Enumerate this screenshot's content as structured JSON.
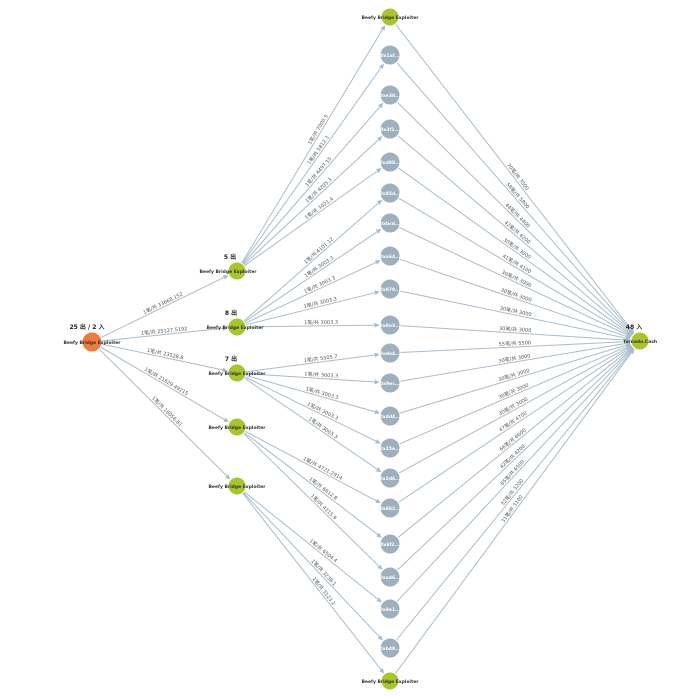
{
  "colors": {
    "source": "#f07a3a",
    "bridge": "#a8c52c",
    "address": "#9db0bf",
    "edge": "#a9bccb"
  },
  "nodes": [
    {
      "id": "src",
      "kind": "source",
      "label": "Beefy Bridge Exploiter",
      "count": "25 出 / 2 入"
    },
    {
      "id": "top",
      "kind": "bridge",
      "label": "Beefy Bridge Exploiter"
    },
    {
      "id": "b1",
      "kind": "bridge",
      "label": "Beefy Bridge Exploiter",
      "count": "5 出"
    },
    {
      "id": "b2",
      "kind": "bridge",
      "label": "Beefy Bridge Exploiter",
      "count": "8 出"
    },
    {
      "id": "b3",
      "kind": "bridge",
      "label": "Beefy Bridge Exploiter",
      "count": "7 出"
    },
    {
      "id": "b4",
      "kind": "bridge",
      "label": "Beefy Bridge Exploiter"
    },
    {
      "id": "b5",
      "kind": "bridge",
      "label": "Beefy Bridge Exploiter"
    },
    {
      "id": "bottom",
      "kind": "bridge",
      "label": "Beefy Bridge Exploiter"
    },
    {
      "id": "sink",
      "kind": "bridge",
      "label": "Tornado.Cash",
      "count": "48 入"
    },
    {
      "id": "a1",
      "kind": "address",
      "label": "0x1af..."
    },
    {
      "id": "a2",
      "kind": "address",
      "label": "0xe38..."
    },
    {
      "id": "a3",
      "kind": "address",
      "label": "0x3f1..."
    },
    {
      "id": "a4",
      "kind": "address",
      "label": "0xd98..."
    },
    {
      "id": "a5",
      "kind": "address",
      "label": "0x85d..."
    },
    {
      "id": "a6",
      "kind": "address",
      "label": "0xbcd..."
    },
    {
      "id": "a7",
      "kind": "address",
      "label": "0xa64..."
    },
    {
      "id": "a8",
      "kind": "address",
      "label": "0x879..."
    },
    {
      "id": "a9",
      "kind": "address",
      "label": "0x8e3..."
    },
    {
      "id": "a10",
      "kind": "address",
      "label": "0xde4..."
    },
    {
      "id": "a11",
      "kind": "address",
      "label": "0x9ec..."
    },
    {
      "id": "a12",
      "kind": "address",
      "label": "0x4d4..."
    },
    {
      "id": "a13",
      "kind": "address",
      "label": "0x15e..."
    },
    {
      "id": "a14",
      "kind": "address",
      "label": "0x2d6..."
    },
    {
      "id": "a15",
      "kind": "address",
      "label": "0x862..."
    },
    {
      "id": "a16",
      "kind": "address",
      "label": "0x6f2..."
    },
    {
      "id": "a17",
      "kind": "address",
      "label": "0xad6..."
    },
    {
      "id": "a18",
      "kind": "address",
      "label": "0x9e1..."
    },
    {
      "id": "a19",
      "kind": "address",
      "label": "0xb48..."
    }
  ],
  "edges": [
    {
      "from": "src",
      "to": "b1",
      "label": "1笔/共 33668.152"
    },
    {
      "from": "src",
      "to": "b2",
      "label": "1笔/共 25127.5192"
    },
    {
      "from": "src",
      "to": "b3",
      "label": "1笔/共 23528.8"
    },
    {
      "from": "src",
      "to": "b4",
      "label": "1笔/共 21629.49215"
    },
    {
      "from": "src",
      "to": "b5",
      "label": "1笔/共 18056.81"
    },
    {
      "from": "b1",
      "to": "top",
      "label": "1笔/共 7000.5"
    },
    {
      "from": "b1",
      "to": "a1",
      "label": "1笔/共 5812.3"
    },
    {
      "from": "b1",
      "to": "a2",
      "label": "1笔/共 4497.15"
    },
    {
      "from": "b1",
      "to": "a3",
      "label": "1笔/共 4205.3"
    },
    {
      "from": "b1",
      "to": "a4",
      "label": "1笔/共 3021.4"
    },
    {
      "from": "b2",
      "to": "a5",
      "label": "1笔/共 4101.12"
    },
    {
      "from": "b2",
      "to": "a6",
      "label": "1笔/共 3003.3"
    },
    {
      "from": "b2",
      "to": "a7",
      "label": "1笔/共 3003.3"
    },
    {
      "from": "b2",
      "to": "a8",
      "label": "1笔/共 3003.3"
    },
    {
      "from": "b2",
      "to": "a9",
      "label": "1笔/共 3003.3"
    },
    {
      "from": "b3",
      "to": "a10",
      "label": "1笔/共 5505.7"
    },
    {
      "from": "b3",
      "to": "a11",
      "label": "1笔/共 3003.3"
    },
    {
      "from": "b3",
      "to": "a12",
      "label": "1笔/共 3003.3"
    },
    {
      "from": "b3",
      "to": "a13",
      "label": "1笔/共 3003.3"
    },
    {
      "from": "b3",
      "to": "a14",
      "label": "1笔/共 3003.3"
    },
    {
      "from": "b4",
      "to": "a15",
      "label": "1笔/共 4721.2914"
    },
    {
      "from": "b4",
      "to": "a16",
      "label": "1笔/共 6612.8"
    },
    {
      "from": "b4",
      "to": "a17",
      "label": "1笔/共 4215.9"
    },
    {
      "from": "b5",
      "to": "a18",
      "label": "1笔/共 6504.4"
    },
    {
      "from": "b5",
      "to": "a19",
      "label": "1笔/共 3238.1"
    },
    {
      "from": "b5",
      "to": "bottom",
      "label": "1笔/共 3123.2"
    },
    {
      "from": "top",
      "to": "sink",
      "label": "70笔/共 7000"
    },
    {
      "from": "a1",
      "to": "sink",
      "label": "58笔/共 5800"
    },
    {
      "from": "a2",
      "to": "sink",
      "label": "44笔/共 4400"
    },
    {
      "from": "a3",
      "to": "sink",
      "label": "42笔/共 4200"
    },
    {
      "from": "a4",
      "to": "sink",
      "label": "30笔/共 3000"
    },
    {
      "from": "a5",
      "to": "sink",
      "label": "41笔/共 4100"
    },
    {
      "from": "a6",
      "to": "sink",
      "label": "30笔/共 3000"
    },
    {
      "from": "a7",
      "to": "sink",
      "label": "30笔/共 3000"
    },
    {
      "from": "a8",
      "to": "sink",
      "label": "30笔/共 3000"
    },
    {
      "from": "a9",
      "to": "sink",
      "label": "30笔/共 3000"
    },
    {
      "from": "a10",
      "to": "sink",
      "label": "55笔/共 5500"
    },
    {
      "from": "a11",
      "to": "sink",
      "label": "30笔/共 3000"
    },
    {
      "from": "a12",
      "to": "sink",
      "label": "30笔/共 3000"
    },
    {
      "from": "a13",
      "to": "sink",
      "label": "30笔/共 3000"
    },
    {
      "from": "a14",
      "to": "sink",
      "label": "30笔/共 3000"
    },
    {
      "from": "a15",
      "to": "sink",
      "label": "47笔/共 4700"
    },
    {
      "from": "a16",
      "to": "sink",
      "label": "66笔/共 6600"
    },
    {
      "from": "a17",
      "to": "sink",
      "label": "42笔/共 4200"
    },
    {
      "from": "a18",
      "to": "sink",
      "label": "65笔/共 6500"
    },
    {
      "from": "a19",
      "to": "sink",
      "label": "32笔/共 3200"
    },
    {
      "from": "bottom",
      "to": "sink",
      "label": "31笔/共 3100"
    }
  ]
}
